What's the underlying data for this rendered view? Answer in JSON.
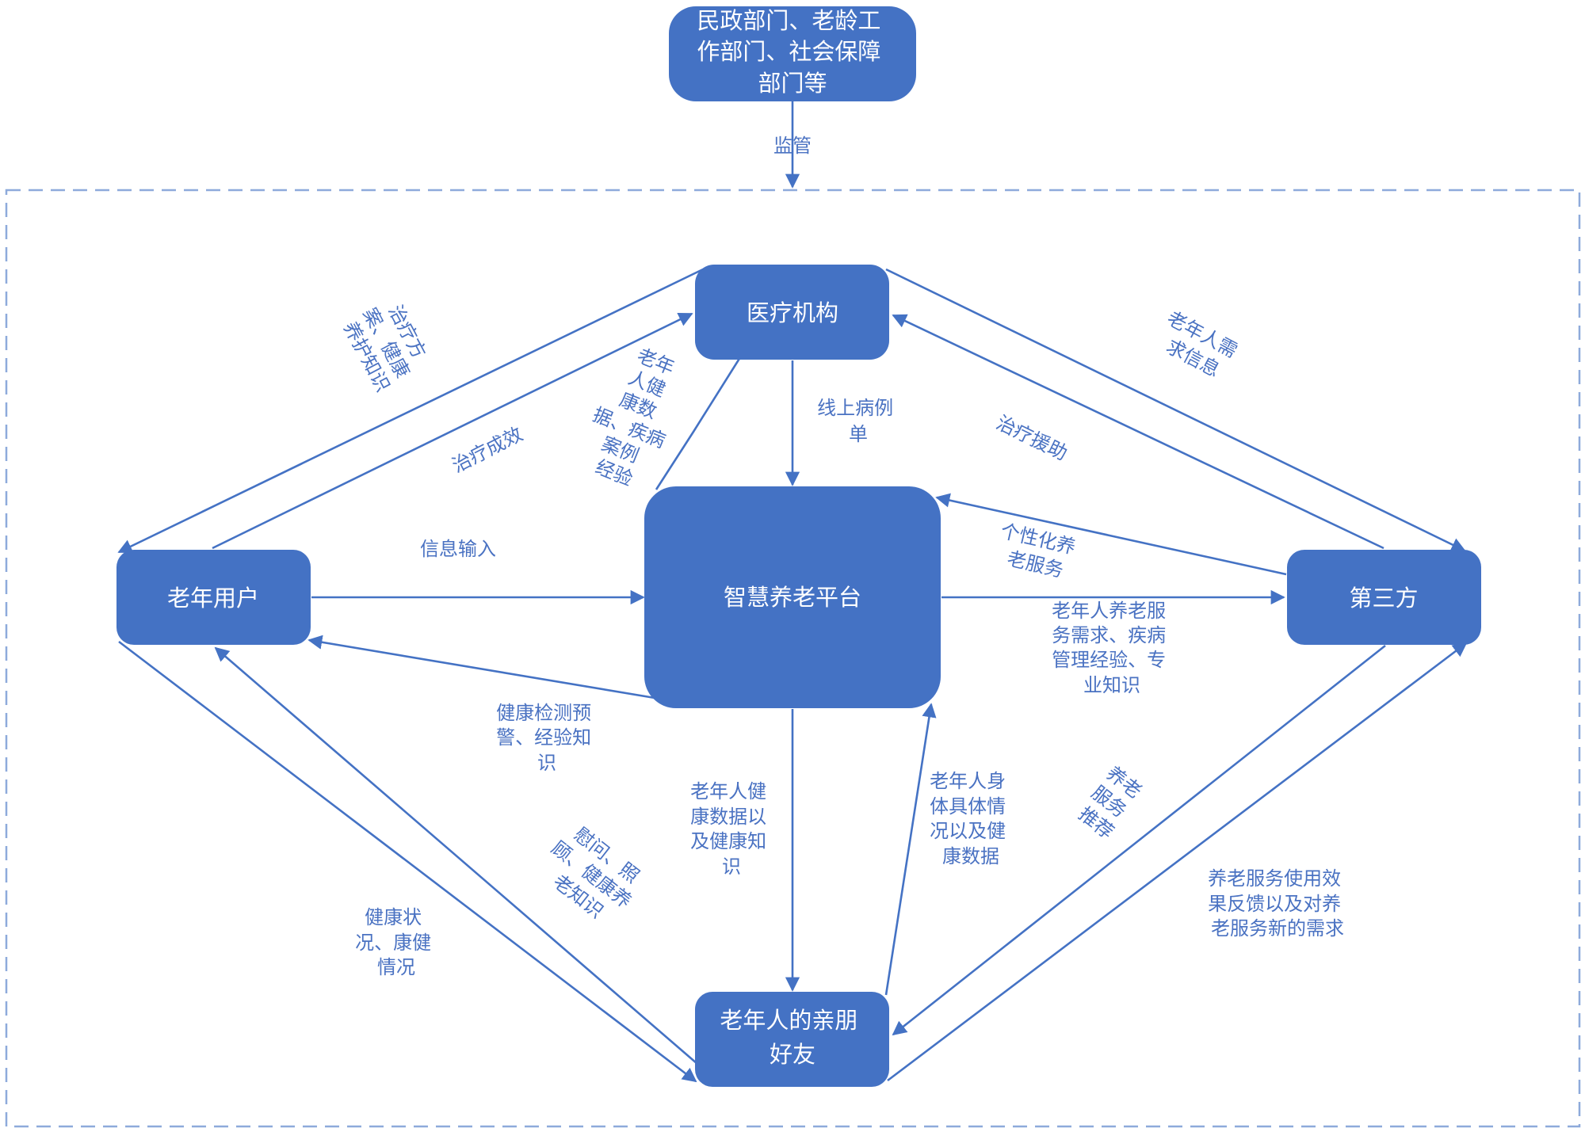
{
  "nodes": {
    "gov": {
      "lines": [
        "民政部门、老龄工",
        "作部门、社会保障",
        "部门等"
      ]
    },
    "medical": {
      "lines": [
        "医疗机构"
      ]
    },
    "platform": {
      "lines": [
        "智慧养老平台"
      ]
    },
    "elderly": {
      "lines": [
        "老年用户"
      ]
    },
    "third": {
      "lines": [
        "第三方"
      ]
    },
    "family": {
      "lines": [
        "老年人的亲朋",
        "好友"
      ]
    }
  },
  "labels": {
    "supervise": {
      "lines": [
        "监管"
      ]
    },
    "treatment_plan": {
      "lines": [
        "治疗方",
        "案、健康",
        "养护知识"
      ]
    },
    "treatment_effect": {
      "lines": [
        "治疗成效"
      ]
    },
    "health_data_cases": {
      "lines": [
        "老年",
        "人健",
        "康数",
        "据、疾病",
        "案例",
        "经验"
      ]
    },
    "online_case": {
      "lines": [
        "线上病例",
        "单"
      ]
    },
    "needs_info": {
      "lines": [
        "老年人需",
        "求信息"
      ]
    },
    "treatment_aid": {
      "lines": [
        "治疗援助"
      ]
    },
    "info_input": {
      "lines": [
        "信息输入"
      ]
    },
    "personal_service": {
      "lines": [
        "个性化养",
        "老服务"
      ]
    },
    "needs_knowledge": {
      "lines": [
        "老年人养老服",
        "务需求、疾病",
        "管理经验、专",
        "业知识"
      ]
    },
    "warning": {
      "lines": [
        "健康检测预",
        "警、经验知",
        "识"
      ]
    },
    "health_to_family": {
      "lines": [
        "老年人健",
        "康数据以",
        "及健康知",
        "识"
      ]
    },
    "body_data": {
      "lines": [
        "老年人身",
        "体具体情",
        "况以及健",
        "康数据"
      ]
    },
    "service_reco": {
      "lines": [
        "养老",
        "服务",
        "推荐"
      ]
    },
    "feedback": {
      "lines": [
        "养老服务使用效",
        "果反馈以及对养",
        "老服务新的需求"
      ]
    },
    "health_status": {
      "lines": [
        "健康状",
        "况、康健",
        "情况"
      ]
    },
    "care": {
      "lines": [
        "慰问、照",
        "顾、健康养",
        "老知识"
      ]
    }
  }
}
